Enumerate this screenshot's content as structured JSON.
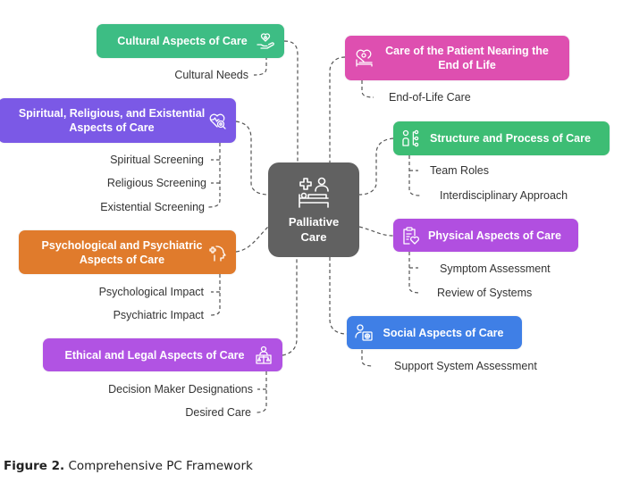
{
  "hub": {
    "title_line1": "Palliative",
    "title_line2": "Care",
    "icon": "hospital-bed-icon",
    "color": "#616161"
  },
  "branches": {
    "cultural": {
      "title": "Cultural Aspects of Care",
      "color": "#3dbd84",
      "icon": "heart-in-hand-icon",
      "items": [
        "Cultural Needs"
      ]
    },
    "spiritual": {
      "title_line1": "Spiritual, Religious, and Existential",
      "title_line2": "Aspects of Care",
      "color": "#7b59e6",
      "icon": "heart-search-icon",
      "items": [
        "Spiritual Screening",
        "Religious Screening",
        "Existential Screening"
      ]
    },
    "psychological": {
      "title_line1": "Psychological and Psychiatric",
      "title_line2": "Aspects of Care",
      "color": "#e07b2c",
      "icon": "head-health-icon",
      "items": [
        "Psychological Impact",
        "Psychiatric Impact"
      ]
    },
    "ethical": {
      "title": "Ethical and Legal Aspects of Care",
      "color": "#b153e3",
      "icon": "person-scales-icon",
      "items": [
        "Decision Maker Designations",
        "Desired Care"
      ]
    },
    "endoflife": {
      "title_line1": "Care of the Patient Nearing the",
      "title_line2": "End of Life",
      "color": "#de4fb0",
      "icon": "heart-patient-bed-icon",
      "items": [
        "End-of-Life Care"
      ]
    },
    "structure": {
      "title": "Structure and Process of Care",
      "color": "#3dbd74",
      "icon": "person-network-icon",
      "items": [
        "Team Roles",
        "Interdisciplinary Approach"
      ]
    },
    "physical": {
      "title": "Physical Aspects of Care",
      "color": "#b14fe0",
      "icon": "clipboard-heart-icon",
      "items": [
        "Symptom Assessment",
        "Review of Systems"
      ]
    },
    "social": {
      "title": "Social Aspects of Care",
      "color": "#3f7fe6",
      "icon": "person-medical-icon",
      "items": [
        "Support System Assessment"
      ]
    }
  },
  "caption": {
    "label": "Figure 2.",
    "text": "Comprehensive PC Framework"
  }
}
